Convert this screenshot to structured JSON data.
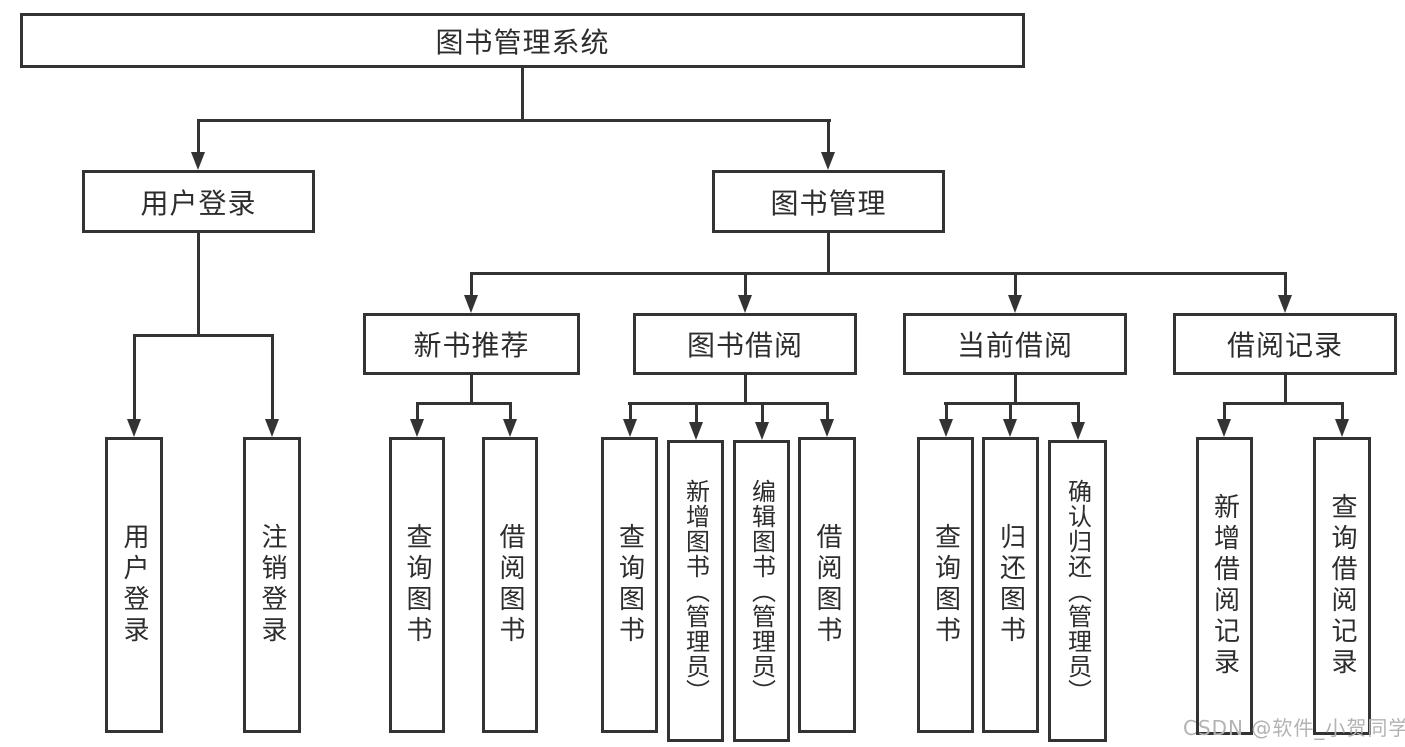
{
  "diagram": {
    "type": "hierarchy-tree",
    "title": "图书管理系统",
    "colors": {
      "line": "#333333",
      "box_background": "#ffffff",
      "page_background": "#ffffff",
      "text": "#2d2d2d",
      "watermark": "#b3b3b3"
    },
    "nodes": {
      "root": {
        "label": "图书管理系统"
      },
      "user_login": {
        "label": "用户登录"
      },
      "book_management": {
        "label": "图书管理"
      },
      "new_book_recommend": {
        "label": "新书推荐"
      },
      "book_borrowing": {
        "label": "图书借阅"
      },
      "current_borrowing": {
        "label": "当前借阅"
      },
      "borrowing_records": {
        "label": "借阅记录"
      },
      "leaf_user_login": {
        "label": "用户登录"
      },
      "leaf_logout": {
        "label": "注销登录"
      },
      "leaf_query_books_recommend": {
        "label": "查询图书"
      },
      "leaf_borrow_books_recommend": {
        "label": "借阅图书"
      },
      "leaf_query_books_borrowing": {
        "label": "查询图书"
      },
      "leaf_add_books_admin": {
        "label": "新增图书（管理员）"
      },
      "leaf_edit_books_admin": {
        "label": "编辑图书（管理员）"
      },
      "leaf_borrow_books_borrowing": {
        "label": "借阅图书"
      },
      "leaf_query_books_current": {
        "label": "查询图书"
      },
      "leaf_return_books": {
        "label": "归还图书"
      },
      "leaf_confirm_return_admin": {
        "label": "确认归还（管理员）"
      },
      "leaf_add_borrow_record": {
        "label": "新增借阅记录"
      },
      "leaf_query_borrow_record": {
        "label": "查询借阅记录"
      }
    },
    "structure": [
      {
        "parent": "图书管理系统",
        "children": [
          "用户登录",
          "图书管理"
        ]
      },
      {
        "parent": "用户登录",
        "children": [
          "用户登录",
          "注销登录"
        ]
      },
      {
        "parent": "图书管理",
        "children": [
          "新书推荐",
          "图书借阅",
          "当前借阅",
          "借阅记录"
        ]
      },
      {
        "parent": "新书推荐",
        "children": [
          "查询图书",
          "借阅图书"
        ]
      },
      {
        "parent": "图书借阅",
        "children": [
          "查询图书",
          "新增图书（管理员）",
          "编辑图书（管理员）",
          "借阅图书"
        ]
      },
      {
        "parent": "当前借阅",
        "children": [
          "查询图书",
          "归还图书",
          "确认归还（管理员）"
        ]
      },
      {
        "parent": "借阅记录",
        "children": [
          "新增借阅记录",
          "查询借阅记录"
        ]
      }
    ],
    "watermark": "CSDN @软件_小贺同学"
  }
}
